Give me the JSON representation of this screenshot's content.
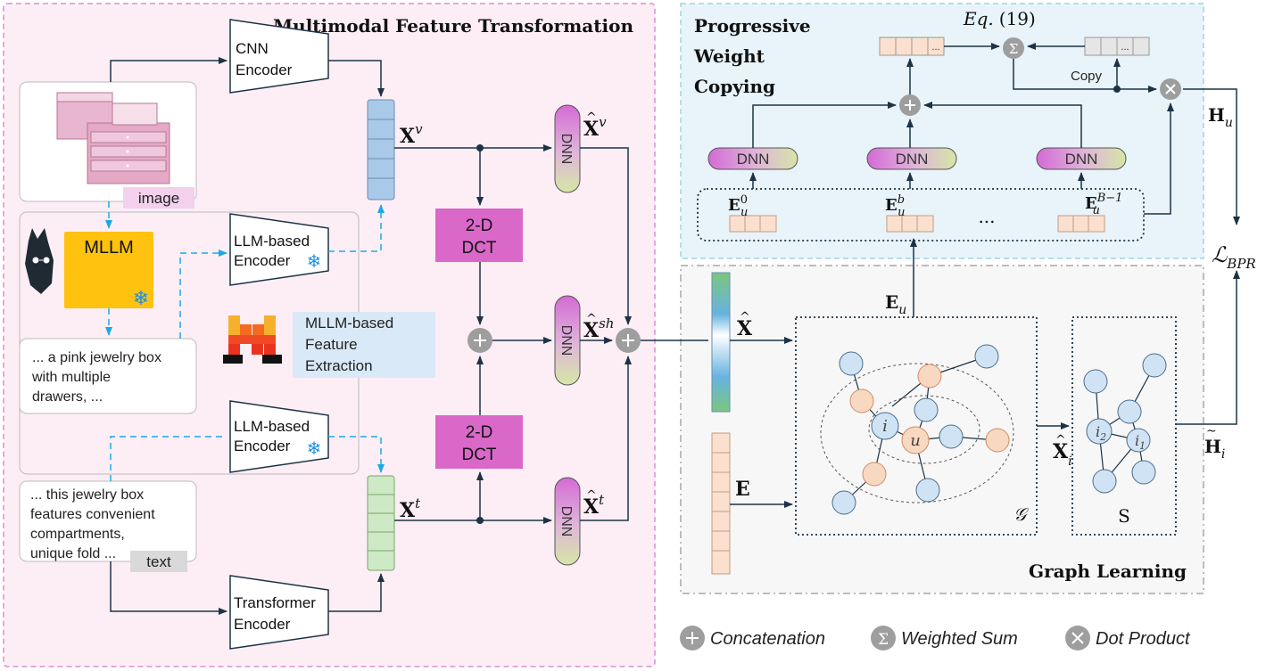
{
  "panels": {
    "multimodal_title": "Multimodal Feature Transformation",
    "pwc_title_lines": [
      "Progressive",
      "Weight",
      "Copying"
    ],
    "graph_title": "Graph Learning"
  },
  "blocks": {
    "cnn_encoder": [
      "CNN",
      "Encoder"
    ],
    "llm_encoder": [
      "LLM-based",
      "Encoder"
    ],
    "transformer_encoder": [
      "Transformer",
      "Encoder"
    ],
    "mllm": "MLLM",
    "mllm_feature_extraction": [
      "MLLM-based",
      "Feature",
      "Extraction"
    ],
    "dct": [
      "2-D",
      "DCT"
    ],
    "dnn": "DNN",
    "image_tag": "image",
    "text_tag": "text",
    "caption_mllm": [
      "... a pink jewelry box",
      "with multiple",
      "drawers, ..."
    ],
    "caption_text": [
      "... this jewelry box",
      "features convenient",
      "compartments,",
      "unique fold ..."
    ]
  },
  "symbols": {
    "Xv": "X",
    "Xv_sup": "v",
    "Xt": "X",
    "Xt_sup": "t",
    "Xhat_v_sup": "v",
    "Xhat_sh_sup": "sh",
    "Xhat_t_sup": "t",
    "Xhat": "X",
    "Xhat_i_sub": "i",
    "E": "E",
    "Eu": "E",
    "Eu_sub": "u",
    "Eu0_sup": "0",
    "Eub_sup": "b",
    "EuB_sup": "B−1",
    "ellipsis": "...",
    "Hu": "H",
    "Hu_sub": "u",
    "Hi": "H",
    "Hi_sub": "i",
    "L": "ℒ",
    "L_sub": "BPR",
    "eq": "Eq.",
    "eq_num": "(19)",
    "copy": "Copy",
    "graph_G": "𝒢",
    "graph_S": "S",
    "node_i": "i",
    "node_u": "u",
    "node_i1": "i",
    "node_i1_sub": "1",
    "node_i2": "i",
    "node_i2_sub": "2",
    "vector_dots": "..."
  },
  "legend": {
    "concat": "Concatenation",
    "wsum": "Weighted Sum",
    "dot": "Dot Product"
  },
  "colors": {
    "pink_panel": "#fdeef6",
    "pink_border": "#d98fd0",
    "blue_panel": "#e8f4fa",
    "blue_border": "#9fd3e6",
    "grey_panel": "#f7f7f7",
    "grey_border": "#a9a9a9",
    "dct": "#d968c9",
    "mllm": "#ffc20e",
    "node_blue": "#cfe3f5",
    "node_orange": "#f9d8c1",
    "dashed_cyan": "#1ea8e6",
    "arrow": "#1d3345"
  }
}
